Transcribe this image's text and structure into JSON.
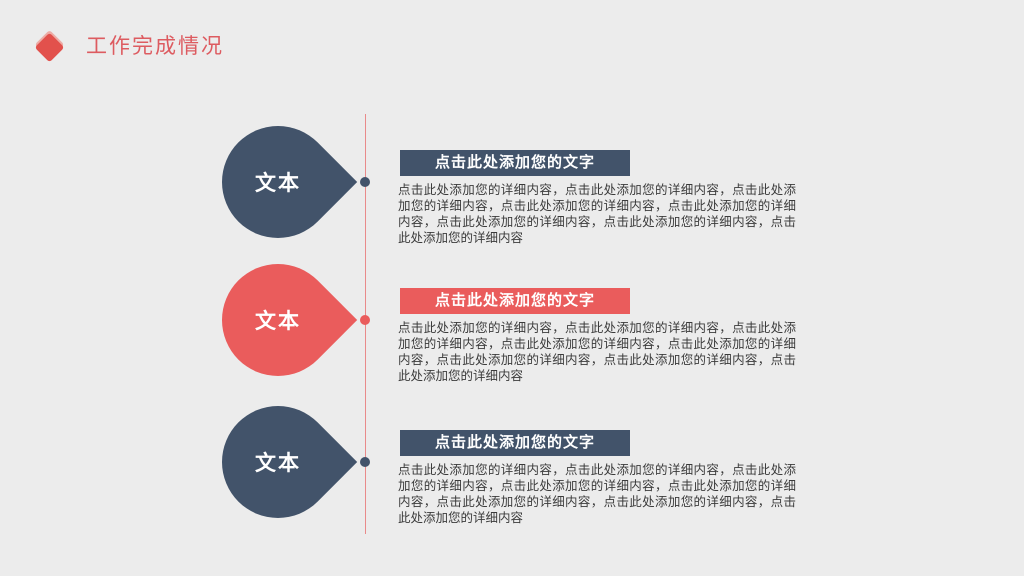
{
  "slide": {
    "title": "工作完成情况",
    "colors": {
      "background": "#ececec",
      "dark": "#42536a",
      "accent_red": "#ea5c5c",
      "title_red": "#dd5b60",
      "diamond_red": "#e2514c",
      "timeline_line": "#e98a8a",
      "body_text": "#3b3b3b"
    }
  },
  "items": [
    {
      "label": "文本",
      "theme": "dark",
      "heading": "点击此处添加您的文字",
      "body": "点击此处添加您的详细内容，点击此处添加您的详细内容，点击此处添加您的详细内容，点击此处添加您的详细内容，点击此处添加您的详细内容，点击此处添加您的详细内容，点击此处添加您的详细内容，点击此处添加您的详细内容"
    },
    {
      "label": "文本",
      "theme": "red",
      "heading": "点击此处添加您的文字",
      "body": "点击此处添加您的详细内容，点击此处添加您的详细内容，点击此处添加您的详细内容，点击此处添加您的详细内容，点击此处添加您的详细内容，点击此处添加您的详细内容，点击此处添加您的详细内容，点击此处添加您的详细内容"
    },
    {
      "label": "文本",
      "theme": "dark",
      "heading": "点击此处添加您的文字",
      "body": "点击此处添加您的详细内容，点击此处添加您的详细内容，点击此处添加您的详细内容，点击此处添加您的详细内容，点击此处添加您的详细内容，点击此处添加您的详细内容，点击此处添加您的详细内容，点击此处添加您的详细内容"
    }
  ]
}
